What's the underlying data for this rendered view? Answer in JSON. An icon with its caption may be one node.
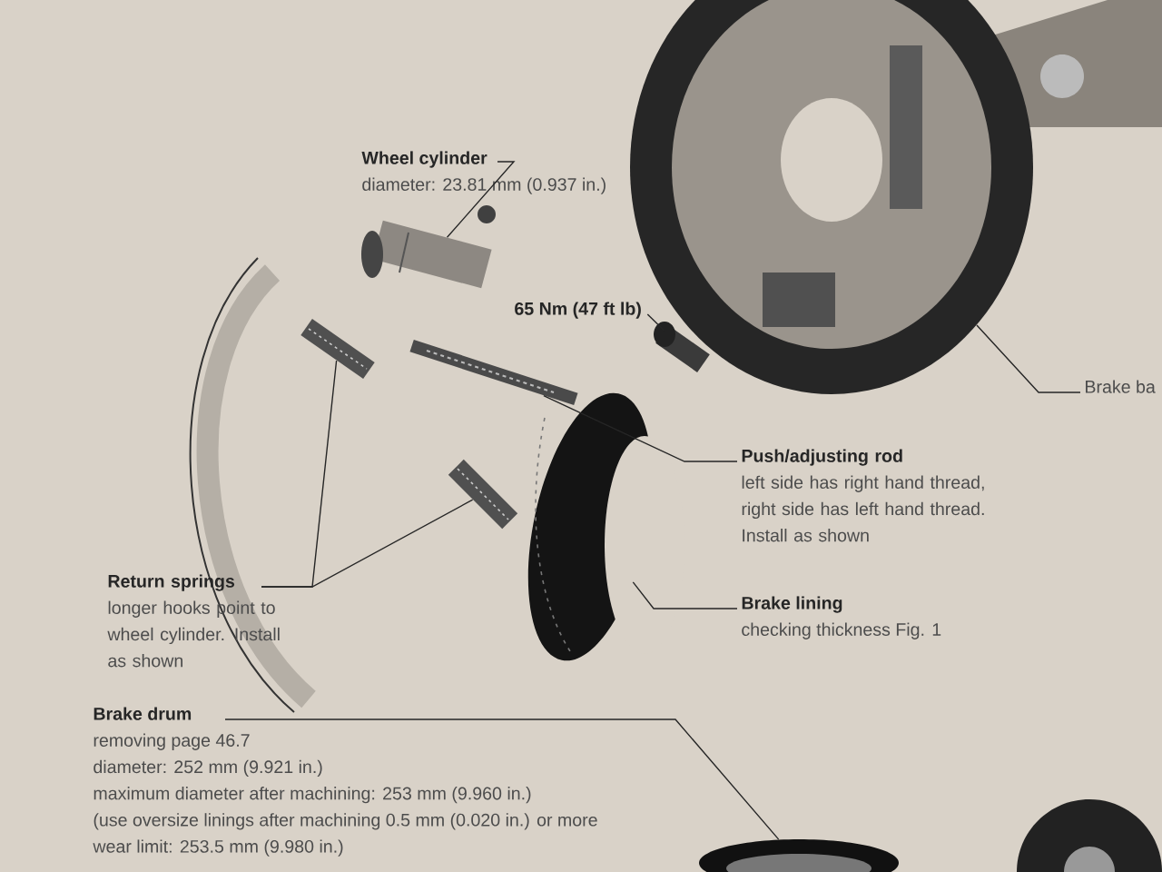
{
  "diagram": {
    "nodes": [
      {
        "text": [
          "Wheel cylinder",
          "diameter: 23.81 mm (0.937 in.)"
        ]
      },
      {
        "text": [],
        "shape": "picture"
      },
      {
        "text": [
          "65 Nm (47 ft lb)"
        ]
      },
      {
        "text": [],
        "shape": "picture"
      },
      {
        "text": [
          "Brake ba"
        ]
      },
      {
        "text": [],
        "shape": "picture"
      },
      {
        "text": [
          "Push/adjusting rod",
          "left side has right hand thread, right side has left hand thread. Install as shown"
        ]
      },
      {
        "text": [],
        "shape": "picture"
      },
      {
        "text": [
          "Return springs",
          "longer hooks point to wheel cylinder. Install as shown"
        ]
      },
      {
        "text": [],
        "shape": "picture"
      },
      {
        "text": [],
        "shape": "picture"
      },
      {
        "text": [
          "Brake lining",
          "checking thickness Fig. 1"
        ]
      },
      {
        "text": [],
        "shape": "picture"
      },
      {
        "text": [
          "Brake drum",
          "removing page 46.7",
          "diameter: 252 mm (9.921 in.)",
          "maximum diameter after machining: 253 mm (9.960 in.)",
          "(use oversize linings after machining 0.5 mm (0.020 in.) or more",
          "wear limit: 253.5 mm (9.980 in.)"
        ]
      },
      {
        "text": [],
        "shape": "picture"
      }
    ],
    "edges": [
      {
        "from": 0,
        "to": 1,
        "arrow": "none"
      },
      {
        "from": 2,
        "to": 3,
        "arrow": "none"
      },
      {
        "from": 4,
        "to": 5,
        "arrow": "none"
      },
      {
        "from": 6,
        "to": 7,
        "arrow": "none"
      },
      {
        "from": 8,
        "to": 9,
        "arrow": "none"
      },
      {
        "from": 8,
        "to": 10,
        "arrow": "none"
      },
      {
        "from": 11,
        "to": 12,
        "arrow": "none"
      },
      {
        "from": 13,
        "to": 14,
        "arrow": "none"
      }
    ]
  }
}
